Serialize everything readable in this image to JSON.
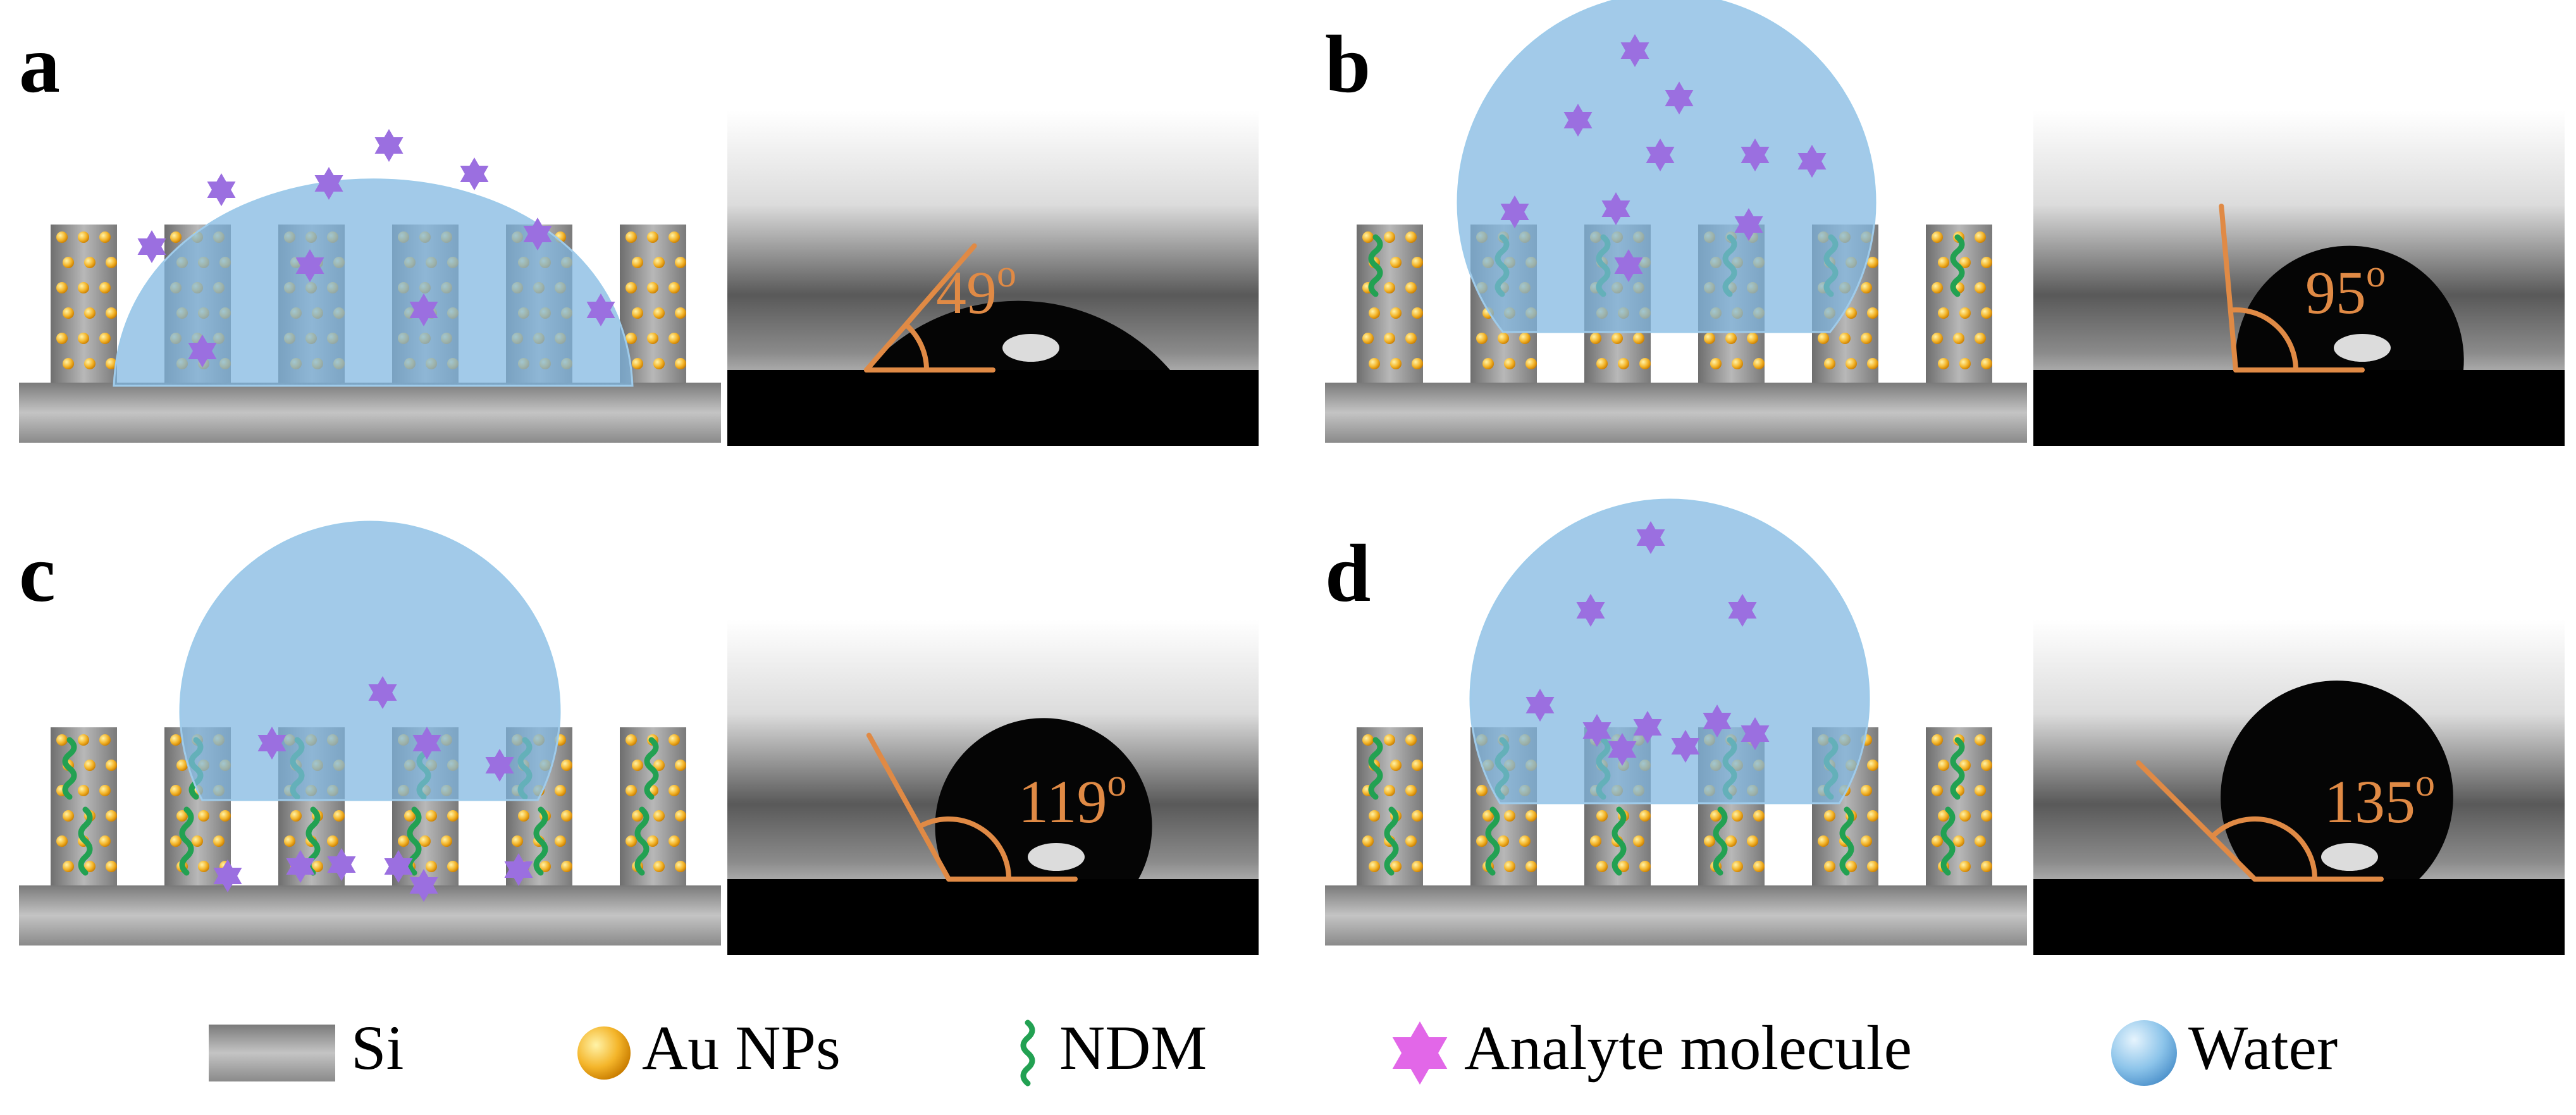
{
  "panels": [
    {
      "letter": "a",
      "angle_label": "49",
      "angle_degrees": 49
    },
    {
      "letter": "b",
      "angle_label": "95",
      "angle_degrees": 95
    },
    {
      "letter": "c",
      "angle_label": "119",
      "angle_degrees": 119
    },
    {
      "letter": "d",
      "angle_label": "135",
      "angle_degrees": 135
    }
  ],
  "degree_symbol": "o",
  "legend": {
    "si": "Si",
    "au": "Au NPs",
    "ndm": "NDM",
    "analyte": "Analyte molecule",
    "water": "Water"
  },
  "colors": {
    "angle_line": "#E08A45",
    "water": "#7EB6E0",
    "analyte": "#9B6FE0",
    "analyte_legend": "#E267E8",
    "ndm": "#22A152",
    "au": "#F4B52A",
    "pillar": "#8F8F8F",
    "silicon": "#A8A8A8"
  },
  "icons": {
    "si": "gradient-block-icon",
    "au": "gold-sphere-icon",
    "ndm": "squiggle-icon",
    "analyte": "six-point-star-icon",
    "water": "water-sphere-icon"
  }
}
